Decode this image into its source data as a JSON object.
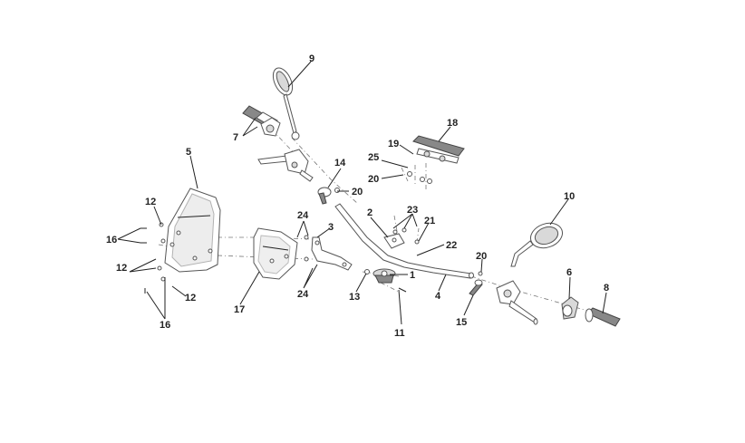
{
  "diagram": {
    "callouts": {
      "c1": "1",
      "c2": "2",
      "c3": "3",
      "c4": "4",
      "c5": "5",
      "c6": "6",
      "c7": "7",
      "c8": "8",
      "c9": "9",
      "c10": "10",
      "c11": "11",
      "c12a": "12",
      "c12b": "12",
      "c12c": "12",
      "c13": "13",
      "c14": "14",
      "c15": "15",
      "c16a": "16",
      "c16b": "16",
      "c17": "17",
      "c18": "18",
      "c19": "19",
      "c20a": "20",
      "c20b": "20",
      "c20c": "20",
      "c21": "21",
      "c22": "22",
      "c23": "23",
      "c24a": "24",
      "c24b": "24",
      "c25": "25"
    }
  }
}
